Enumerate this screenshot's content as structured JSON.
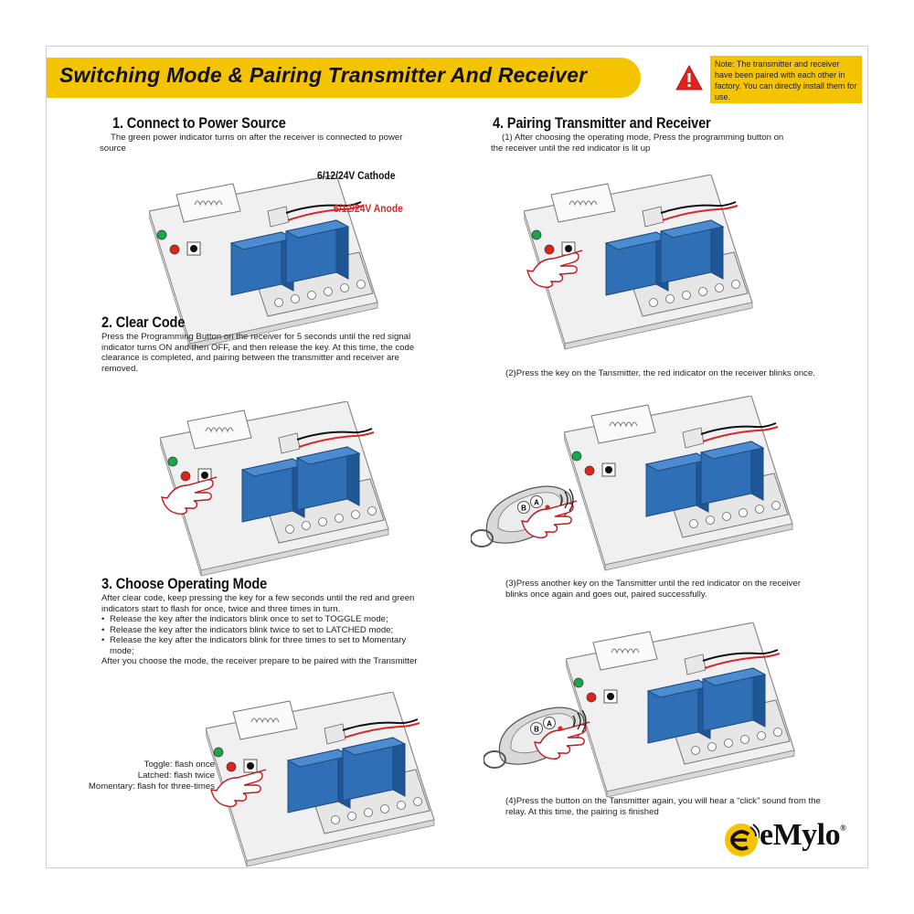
{
  "header": {
    "title": "Switching Mode & Pairing Transmitter And Receiver",
    "note": "Note: The transmitter and receiver have been paired with each other in factory. You can directly install them for use."
  },
  "step1": {
    "title": "1. Connect to Power Source",
    "text": "The green power indicator turns on after the receiver is connected to power source",
    "cathode_label": "6/12/24V Cathode",
    "anode_label": "6/12/24V Anode"
  },
  "step2": {
    "title": "2. Clear Code",
    "text": "Press the Programming Button on the receiver for 5 seconds until the red signal indicator turns ON and then OFF, and then release the key. At this time, the code clearance is completed, and pairing between the transmitter and receiver are removed."
  },
  "step3": {
    "title": "3. Choose Operating Mode",
    "intro": "After clear code, keep pressing the key for a few seconds until the red and green indicators start to flash for once, twice and three times in turn.",
    "bullets": [
      "Release the key after the indicators blink once to set to TOGGLE mode;",
      "Release the key after the indicators blink twice to set to LATCHED mode;",
      "Release the key after the indicators blink for three times to set to Momentary mode;"
    ],
    "outro": "After you choose the mode, the receiver prepare to be paired with the Transmitter",
    "toggle_label": "Toggle: flash once",
    "latched_label": "Latched: flash twice",
    "momentary_label": "Momentary: flash for three-times"
  },
  "step4": {
    "title": "4. Pairing Transmitter and Receiver",
    "sub1": "(1) After choosing the operating mode, Press the programming button on the receiver until the red indicator is lit up",
    "sub2": "(2)Press the key on the Tansmitter, the red indicator on the receiver blinks once.",
    "sub3": "(3)Press another key on the Tansmitter until the red indicator on the receiver blinks once again and goes out, paired successfully.",
    "sub4": "(4)Press the button on the Tansmitter  again, you will hear a “click” sound from the relay. At this time, the pairing is finished"
  },
  "remote_keys": [
    "A",
    "B"
  ],
  "brand": {
    "name": "eMylo",
    "mark": "®"
  },
  "colors": {
    "accent": "#f5c400",
    "relay": "#2f6fb5",
    "anode": "#d62a2a",
    "led_green": "#1aa64a",
    "led_red": "#e2231a"
  }
}
